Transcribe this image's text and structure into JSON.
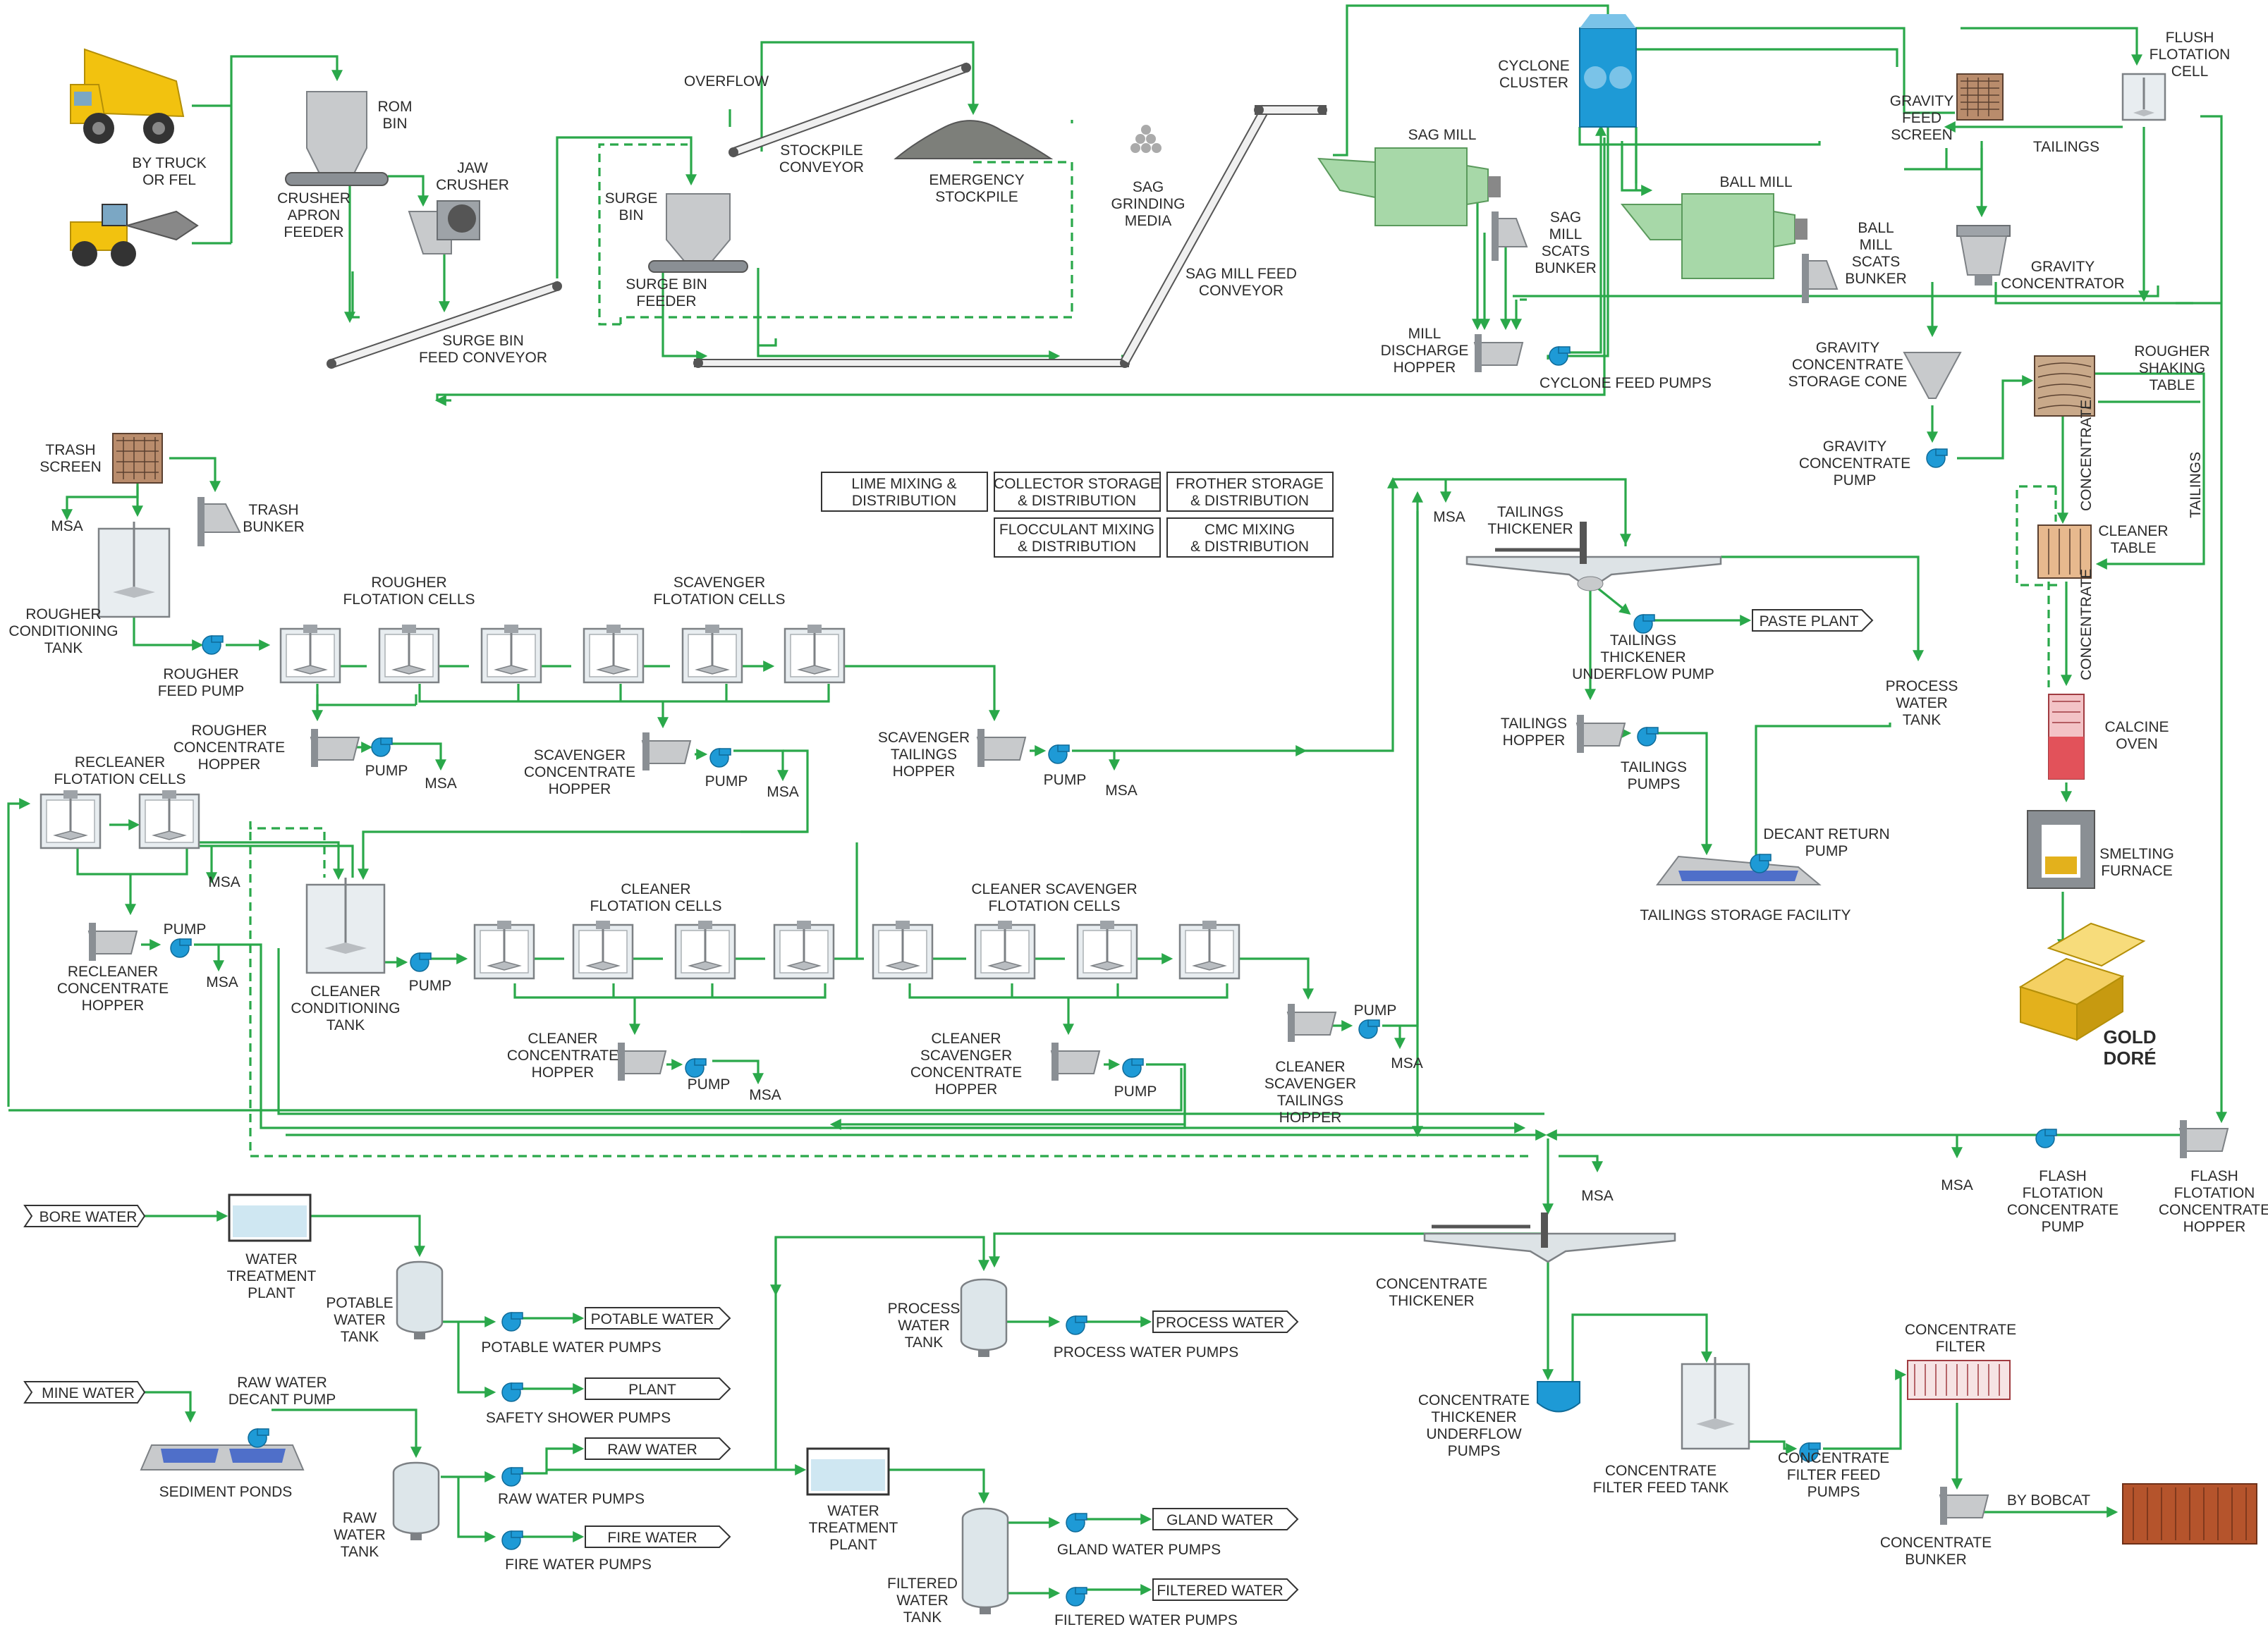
{
  "labels": {
    "by_truck": "BY TRUCK\nOR FEL",
    "rom_bin": "ROM\nBIN",
    "crusher_apron_feeder": "CRUSHER\nAPRON\nFEEDER",
    "jaw_crusher": "JAW\nCRUSHER",
    "surge_bin_feed_conveyor": "SURGE BIN\nFEED CONVEYOR",
    "overflow": "OVERFLOW",
    "stockpile_conveyor": "STOCKPILE\nCONVEYOR",
    "emergency_stockpile": "EMERGENCY\nSTOCKPILE",
    "sag_grinding_media": "SAG\nGRINDING\nMEDIA",
    "surge_bin": "SURGE\nBIN",
    "surge_bin_feeder": "SURGE BIN\nFEEDER",
    "sag_mill_feed_conveyor": "SAG MILL FEED\nCONVEYOR",
    "sag_mill": "SAG MILL",
    "sag_mill_scats_bunker": "SAG\nMILL\nSCATS\nBUNKER",
    "cyclone_cluster": "CYCLONE\nCLUSTER",
    "mill_discharge_hopper": "MILL\nDISCHARGE\nHOPPER",
    "cyclone_feed_pumps": "CYCLONE FEED PUMPS",
    "ball_mill": "BALL MILL",
    "ball_mill_scats_bunker": "BALL\nMILL\nSCATS\nBUNKER",
    "gravity_feed_screen": "GRAVITY\nFEED\nSCREEN",
    "flush_flotation_cell": "FLUSH\nFLOTATION\nCELL",
    "tailings_top": "TAILINGS",
    "gravity_concentrator": "GRAVITY\nCONCENTRATOR",
    "gravity_concentrate_storage_cone": "GRAVITY\nCONCENTRATE\nSTORAGE CONE",
    "gravity_concentrate_pump": "GRAVITY\nCONCENTRATE\nPUMP",
    "rougher_shaking_table": "ROUGHER\nSHAKING\nTABLE",
    "concentrate_v1": "CONCENTRATE",
    "tailings_v": "TAILINGS",
    "cleaner_table": "CLEANER\nTABLE",
    "concentrate_v2": "CONCENTRATE",
    "calcine_oven": "CALCINE\nOVEN",
    "smelting_furnace": "SMELTING\nFURNACE",
    "gold_dore": "GOLD\nDORÉ",
    "trash_screen": "TRASH\nSCREEN",
    "trash_bunker": "TRASH\nBUNKER",
    "rougher_conditioning_tank": "ROUGHER\nCONDITIONING\nTANK",
    "rougher_feed_pump": "ROUGHER\nFEED PUMP",
    "rougher_flotation_cells": "ROUGHER\nFLOTATION CELLS",
    "scavenger_flotation_cells": "SCAVENGER\nFLOTATION CELLS",
    "rougher_concentrate_hopper": "ROUGHER\nCONCENTRATE\nHOPPER",
    "scavenger_concentrate_hopper": "SCAVENGER\nCONCENTRATE\nHOPPER",
    "scavenger_tailings_hopper": "SCAVENGER\nTAILINGS\nHOPPER",
    "recleaner_flotation_cells": "RECLEANER\nFLOTATION CELLS",
    "recleaner_concentrate_hopper": "RECLEANER\nCONCENTRATE\nHOPPER",
    "cleaner_conditioning_tank": "CLEANER\nCONDITIONING\nTANK",
    "cleaner_flotation_cells": "CLEANER\nFLOTATION CELLS",
    "cleaner_scavenger_flotation_cells": "CLEANER SCAVENGER\nFLOTATION CELLS",
    "cleaner_concentrate_hopper": "CLEANER\nCONCENTRATE\nHOPPER",
    "cleaner_scavenger_concentrate_hopper": "CLEANER\nSCAVENGER\nCONCENTRATE\nHOPPER",
    "cleaner_scavenger_tailings_hopper": "CLEANER\nSCAVENGER\nTAILINGS\nHOPPER",
    "tailings_thickener": "TAILINGS\nTHICKENER",
    "tailings_thickener_underflow_pump": "TAILINGS\nTHICKENER\nUNDERFLOW PUMP",
    "process_water_tank_upper": "PROCESS\nWATER\nTANK",
    "tailings_hopper": "TAILINGS\nHOPPER",
    "tailings_pumps": "TAILINGS\nPUMPS",
    "decant_return_pump": "DECANT RETURN\nPUMP",
    "tailings_storage_facility": "TAILINGS STORAGE FACILITY",
    "flash_flotation_concentrate_pump": "FLASH\nFLOTATION\nCONCENTRATE\nPUMP",
    "flash_flotation_concentrate_hopper": "FLASH\nFLOTATION\nCONCENTRATE\nHOPPER",
    "concentrate_thickener": "CONCENTRATE\nTHICKENER",
    "concentrate_thickener_underflow_pumps": "CONCENTRATE\nTHICKENER\nUNDERFLOW\nPUMPS",
    "concentrate_filter_feed_tank": "CONCENTRATE\nFILTER FEED TANK",
    "concentrate_filter_feed_pumps": "CONCENTRATE\nFILTER FEED\nPUMPS",
    "concentrate_filter": "CONCENTRATE\nFILTER",
    "concentrate_bunker": "CONCENTRATE\nBUNKER",
    "by_bobcat": "BY BOBCAT",
    "water_treatment_plant_1": "WATER\nTREATMENT\nPLANT",
    "potable_water_tank": "POTABLE\nWATER\nTANK",
    "potable_water_pumps": "POTABLE WATER PUMPS",
    "safety_shower_pumps": "SAFETY SHOWER PUMPS",
    "raw_water_decant_pump": "RAW WATER\nDECANT PUMP",
    "sediment_ponds": "SEDIMENT PONDS",
    "raw_water_tank": "RAW\nWATER\nTANK",
    "raw_water_pumps": "RAW WATER PUMPS",
    "fire_water_pumps": "FIRE WATER PUMPS",
    "water_treatment_plant_2": "WATER\nTREATMENT\nPLANT",
    "process_water_tank_lower": "PROCESS\nWATER\nTANK",
    "process_water_pumps": "PROCESS WATER PUMPS",
    "filtered_water_tank": "FILTERED\nWATER\nTANK",
    "gland_water_pumps": "GLAND WATER PUMPS",
    "filtered_water_pumps": "FILTERED WATER PUMPS",
    "pump": "PUMP",
    "msa": "MSA"
  },
  "reagent_boxes": [
    "LIME MIXING &\nDISTRIBUTION",
    "COLLECTOR STORAGE\n& DISTRIBUTION",
    "FROTHER STORAGE\n& DISTRIBUTION",
    "FLOCCULANT MIXING\n& DISTRIBUTION",
    "CMC MIXING\n& DISTRIBUTION"
  ],
  "sources": {
    "bore_water": "BORE WATER",
    "mine_water": "MINE WATER"
  },
  "destinations": {
    "paste_plant": "PASTE PLANT",
    "potable_water": "POTABLE WATER",
    "plant": "PLANT",
    "raw_water": "RAW WATER",
    "fire_water": "FIRE WATER",
    "process_water": "PROCESS WATER",
    "gland_water": "GLAND WATER",
    "filtered_water": "FILTERED WATER"
  },
  "colors": {
    "flow_line": "#2aa84a",
    "equipment": "#c8cacc",
    "pump": "#1e9ad6",
    "mill": "#a7d8a8",
    "truck": "#f2c20f",
    "gold": "#e3b11c",
    "oven": "#e2525a",
    "container": "#b5542c"
  }
}
